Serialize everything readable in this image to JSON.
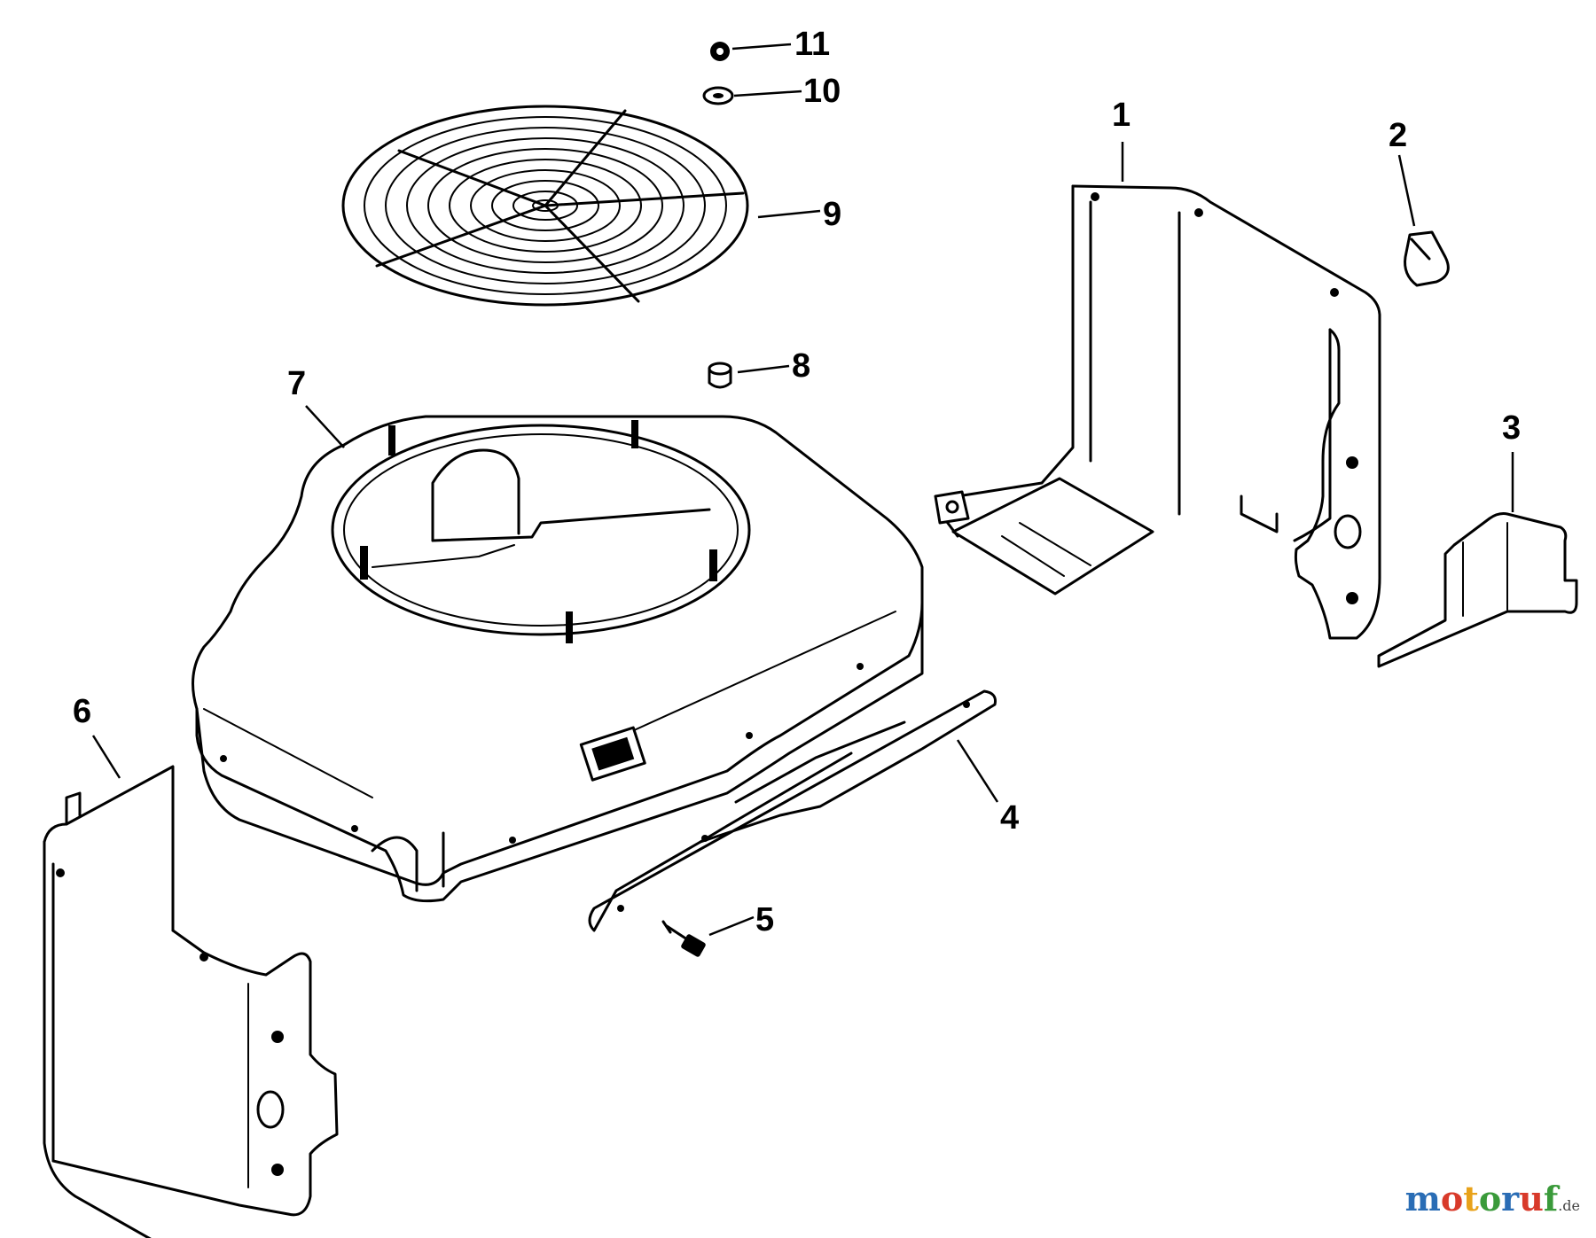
{
  "callouts": {
    "c1": "1",
    "c2": "2",
    "c3": "3",
    "c4": "4",
    "c5": "5",
    "c6": "6",
    "c7": "7",
    "c8": "8",
    "c9": "9",
    "c10": "10",
    "c11": "11"
  },
  "watermark": {
    "letters": [
      "m",
      "o",
      "t",
      "o",
      "r",
      "u",
      "f"
    ],
    "colors": [
      "#2a6db5",
      "#d83a2a",
      "#e8a21a",
      "#3a9a3a",
      "#2a6db5",
      "#d83a2a",
      "#3a9a3a"
    ],
    "suffix": ".de"
  }
}
